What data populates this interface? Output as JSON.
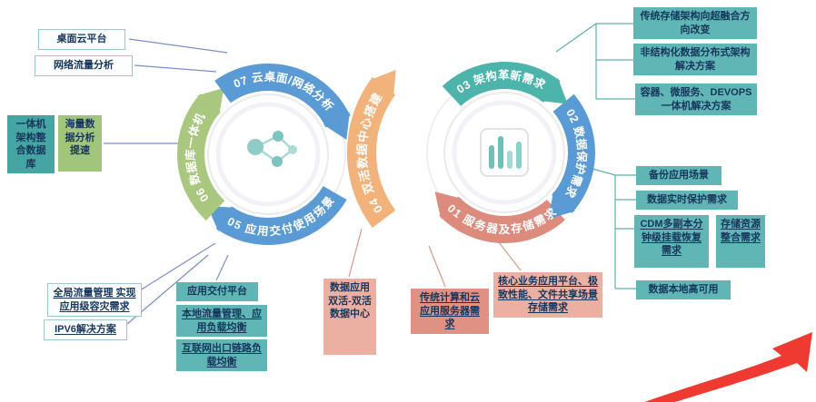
{
  "colors": {
    "blue": "#5b9bd5",
    "green": "#a9c77f",
    "teal": "#4db4ac",
    "teal_box": "#5fb6b4",
    "orange": "#f2b27b",
    "salmon": "#dc8b7d",
    "red": "#ee3a30"
  },
  "icons": {
    "left_center": "molecule-icon",
    "right_center": "bar-chart-icon",
    "bottom_right": "red-swoosh"
  },
  "arcs": {
    "seg01": "01 服务器及存储需求",
    "seg02": "02 数据保护需求",
    "seg03": "03 架构革新需求",
    "seg04": "04 双活数据中心搭建",
    "seg05": "05 应用交付使用场景",
    "seg06": "06 数据库一体机",
    "seg07": "07 云桌面/网络分析"
  },
  "boxes": {
    "desktop_cloud": "桌面云平台",
    "network_traffic": "网络流量分析",
    "aio_architecture": "一体机架构整合数据库",
    "mass_data": "海量数据分析提速",
    "global_traffic": "全局流量管理 实现应用级容灾需求",
    "ipv6": "IPV6解决方案",
    "app_delivery": "应用交付平台",
    "local_traffic": "本地流量管理、应用负载均衡",
    "internet_link": "互联网出口链路负载均衡",
    "dual_active_dc": "数据应用双活-双活数据中心",
    "traditional_compute": "传统计算和云应用服务器需求",
    "core_business": "核心业务应用平台、极致性能、文件共享场景存储需求",
    "storage_hyperconverge": "传统存储架构向超融合方向改变",
    "unstructured": "非结构化数据分布式架构解决方案",
    "container_devops": "容器、微服务、DEVOPS一体机解决方案",
    "backup_scenario": "备份应用场景",
    "realtime_protection": "数据实时保护需求",
    "cdm_recovery": "CDM多副本分钟级挂载恢复需求",
    "storage_consolidation": "存储资源整合需求",
    "local_ha": "数据本地高可用"
  }
}
